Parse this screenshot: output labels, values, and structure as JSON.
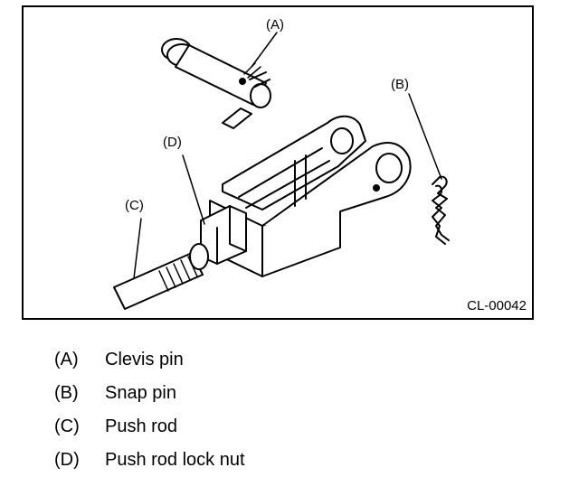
{
  "figure": {
    "id": "CL-00042",
    "callouts": {
      "a": "(A)",
      "b": "(B)",
      "c": "(C)",
      "d": "(D)"
    }
  },
  "legend": [
    {
      "key": "(A)",
      "label": "Clevis pin"
    },
    {
      "key": "(B)",
      "label": "Snap pin"
    },
    {
      "key": "(C)",
      "label": "Push rod"
    },
    {
      "key": "(D)",
      "label": "Push rod lock nut"
    }
  ]
}
